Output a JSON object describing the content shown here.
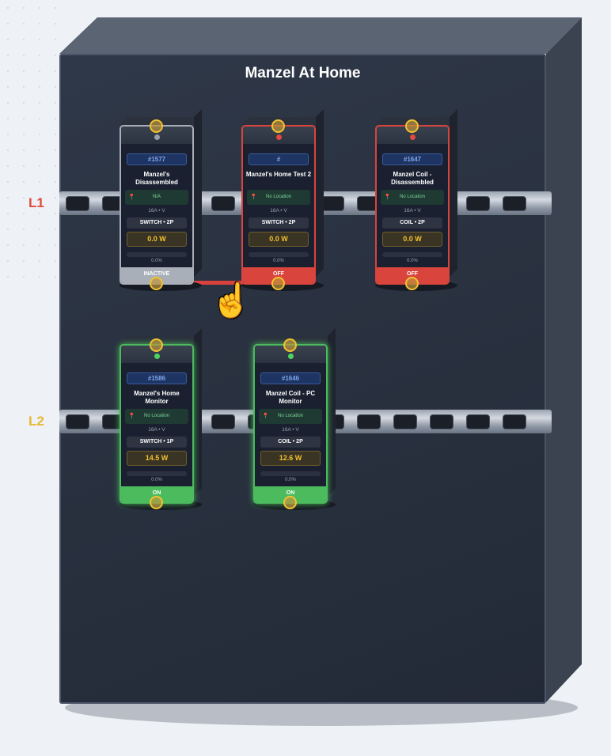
{
  "panel": {
    "title": "Manzel At Home"
  },
  "rails": [
    {
      "label": "L1",
      "color": "#e04a3f"
    },
    {
      "label": "L2",
      "color": "#e8b730"
    }
  ],
  "breakers": [
    {
      "id": "#1577",
      "name": "Manzel's Disassembled",
      "location": "N/A",
      "rating": "16A • V",
      "type": "SWITCH • 2P",
      "power": "0.0 W",
      "load": "0.0%",
      "status": "INACTIVE",
      "color": "#a9afb9",
      "led": "#9aa0aa"
    },
    {
      "id": "#",
      "name": "Manzel's Home Test 2",
      "location": "No Location",
      "rating": "16A • V",
      "type": "SWITCH • 2P",
      "power": "0.0 W",
      "load": "0.0%",
      "status": "OFF",
      "color": "#d9443d",
      "led": "#e04a3f"
    },
    {
      "id": "#1647",
      "name": "Manzel Coil - Disassembled",
      "location": "No Location",
      "rating": "16A • V",
      "type": "COIL • 2P",
      "power": "0.0 W",
      "load": "0.0%",
      "status": "OFF",
      "color": "#d9443d",
      "led": "#e04a3f"
    },
    {
      "id": "#1586",
      "name": "Manzel's Home Monitor",
      "location": "No Location",
      "rating": "16A • V",
      "type": "SWITCH • 1P",
      "power": "14.5 W",
      "load": "0.0%",
      "status": "ON",
      "color": "#4cbb5e",
      "led": "#4fd35f"
    },
    {
      "id": "#1646",
      "name": "Manzel Coil - PC Monitor",
      "location": "No Location",
      "rating": "16A • V",
      "type": "COIL • 2P",
      "power": "12.6 W",
      "load": "0.0%",
      "status": "ON",
      "color": "#4cbb5e",
      "led": "#4fd35f"
    }
  ]
}
